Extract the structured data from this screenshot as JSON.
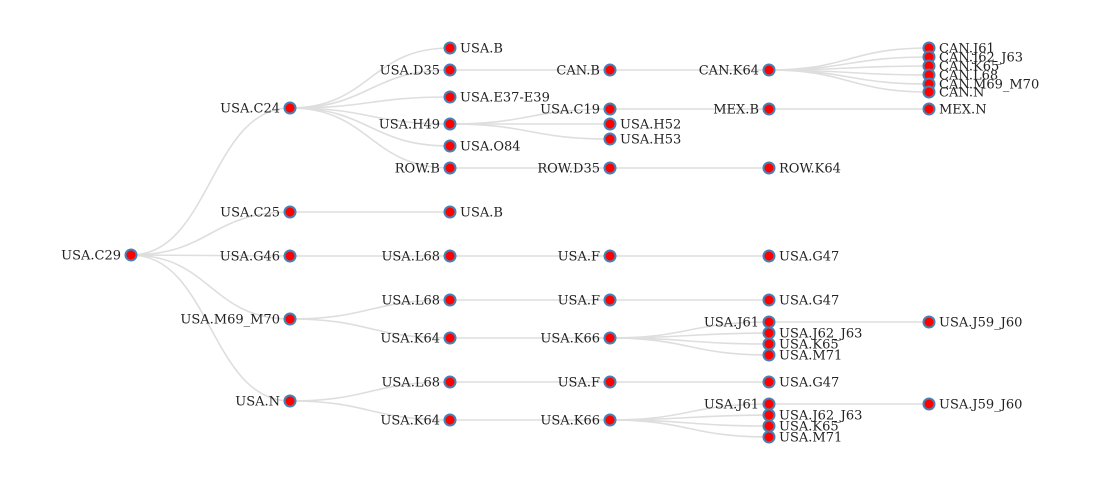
{
  "colors": {
    "node_fill": "#ff0000",
    "node_stroke": "#4682b4",
    "link": "#dedede",
    "label": "#222222"
  },
  "tree": {
    "name": "USA.C29",
    "children": [
      {
        "name": "USA.C24",
        "children": [
          {
            "name": "USA.B"
          },
          {
            "name": "USA.D35",
            "children": [
              {
                "name": "CAN.B",
                "children": [
                  {
                    "name": "CAN.K64",
                    "children": [
                      {
                        "name": "CAN.J61"
                      },
                      {
                        "name": "CAN.J62_J63"
                      },
                      {
                        "name": "CAN.K65"
                      },
                      {
                        "name": "CAN.L68"
                      },
                      {
                        "name": "CAN.M69_M70"
                      },
                      {
                        "name": "CAN.N"
                      }
                    ]
                  }
                ]
              }
            ]
          },
          {
            "name": "USA.E37-E39"
          },
          {
            "name": "USA.H49",
            "children": [
              {
                "name": "USA.C19",
                "children": [
                  {
                    "name": "MEX.B",
                    "children": [
                      {
                        "name": "MEX.N"
                      }
                    ]
                  }
                ]
              },
              {
                "name": "USA.H52"
              },
              {
                "name": "USA.H53"
              }
            ]
          },
          {
            "name": "USA.O84"
          },
          {
            "name": "ROW.B",
            "children": [
              {
                "name": "ROW.D35",
                "children": [
                  {
                    "name": "ROW.K64"
                  }
                ]
              }
            ]
          }
        ]
      },
      {
        "name": "USA.C25",
        "children": [
          {
            "name": "USA.B"
          }
        ]
      },
      {
        "name": "USA.G46",
        "children": [
          {
            "name": "USA.L68",
            "children": [
              {
                "name": "USA.F",
                "children": [
                  {
                    "name": "USA.G47"
                  }
                ]
              }
            ]
          }
        ]
      },
      {
        "name": "USA.M69_M70",
        "children": [
          {
            "name": "USA.L68",
            "children": [
              {
                "name": "USA.F",
                "children": [
                  {
                    "name": "USA.G47"
                  }
                ]
              }
            ]
          },
          {
            "name": "USA.K64",
            "children": [
              {
                "name": "USA.K66",
                "children": [
                  {
                    "name": "USA.J61",
                    "children": [
                      {
                        "name": "USA.J59_J60"
                      }
                    ]
                  },
                  {
                    "name": "USA.J62_J63"
                  },
                  {
                    "name": "USA.K65"
                  },
                  {
                    "name": "USA.M71"
                  }
                ]
              }
            ]
          }
        ]
      },
      {
        "name": "USA.N",
        "children": [
          {
            "name": "USA.L68",
            "children": [
              {
                "name": "USA.F",
                "children": [
                  {
                    "name": "USA.G47"
                  }
                ]
              }
            ]
          },
          {
            "name": "USA.K64",
            "children": [
              {
                "name": "USA.K66",
                "children": [
                  {
                    "name": "USA.J61",
                    "children": [
                      {
                        "name": "USA.J59_J60"
                      }
                    ]
                  },
                  {
                    "name": "USA.J62_J63"
                  },
                  {
                    "name": "USA.K65"
                  },
                  {
                    "name": "USA.M71"
                  }
                ]
              }
            ]
          }
        ]
      }
    ]
  }
}
